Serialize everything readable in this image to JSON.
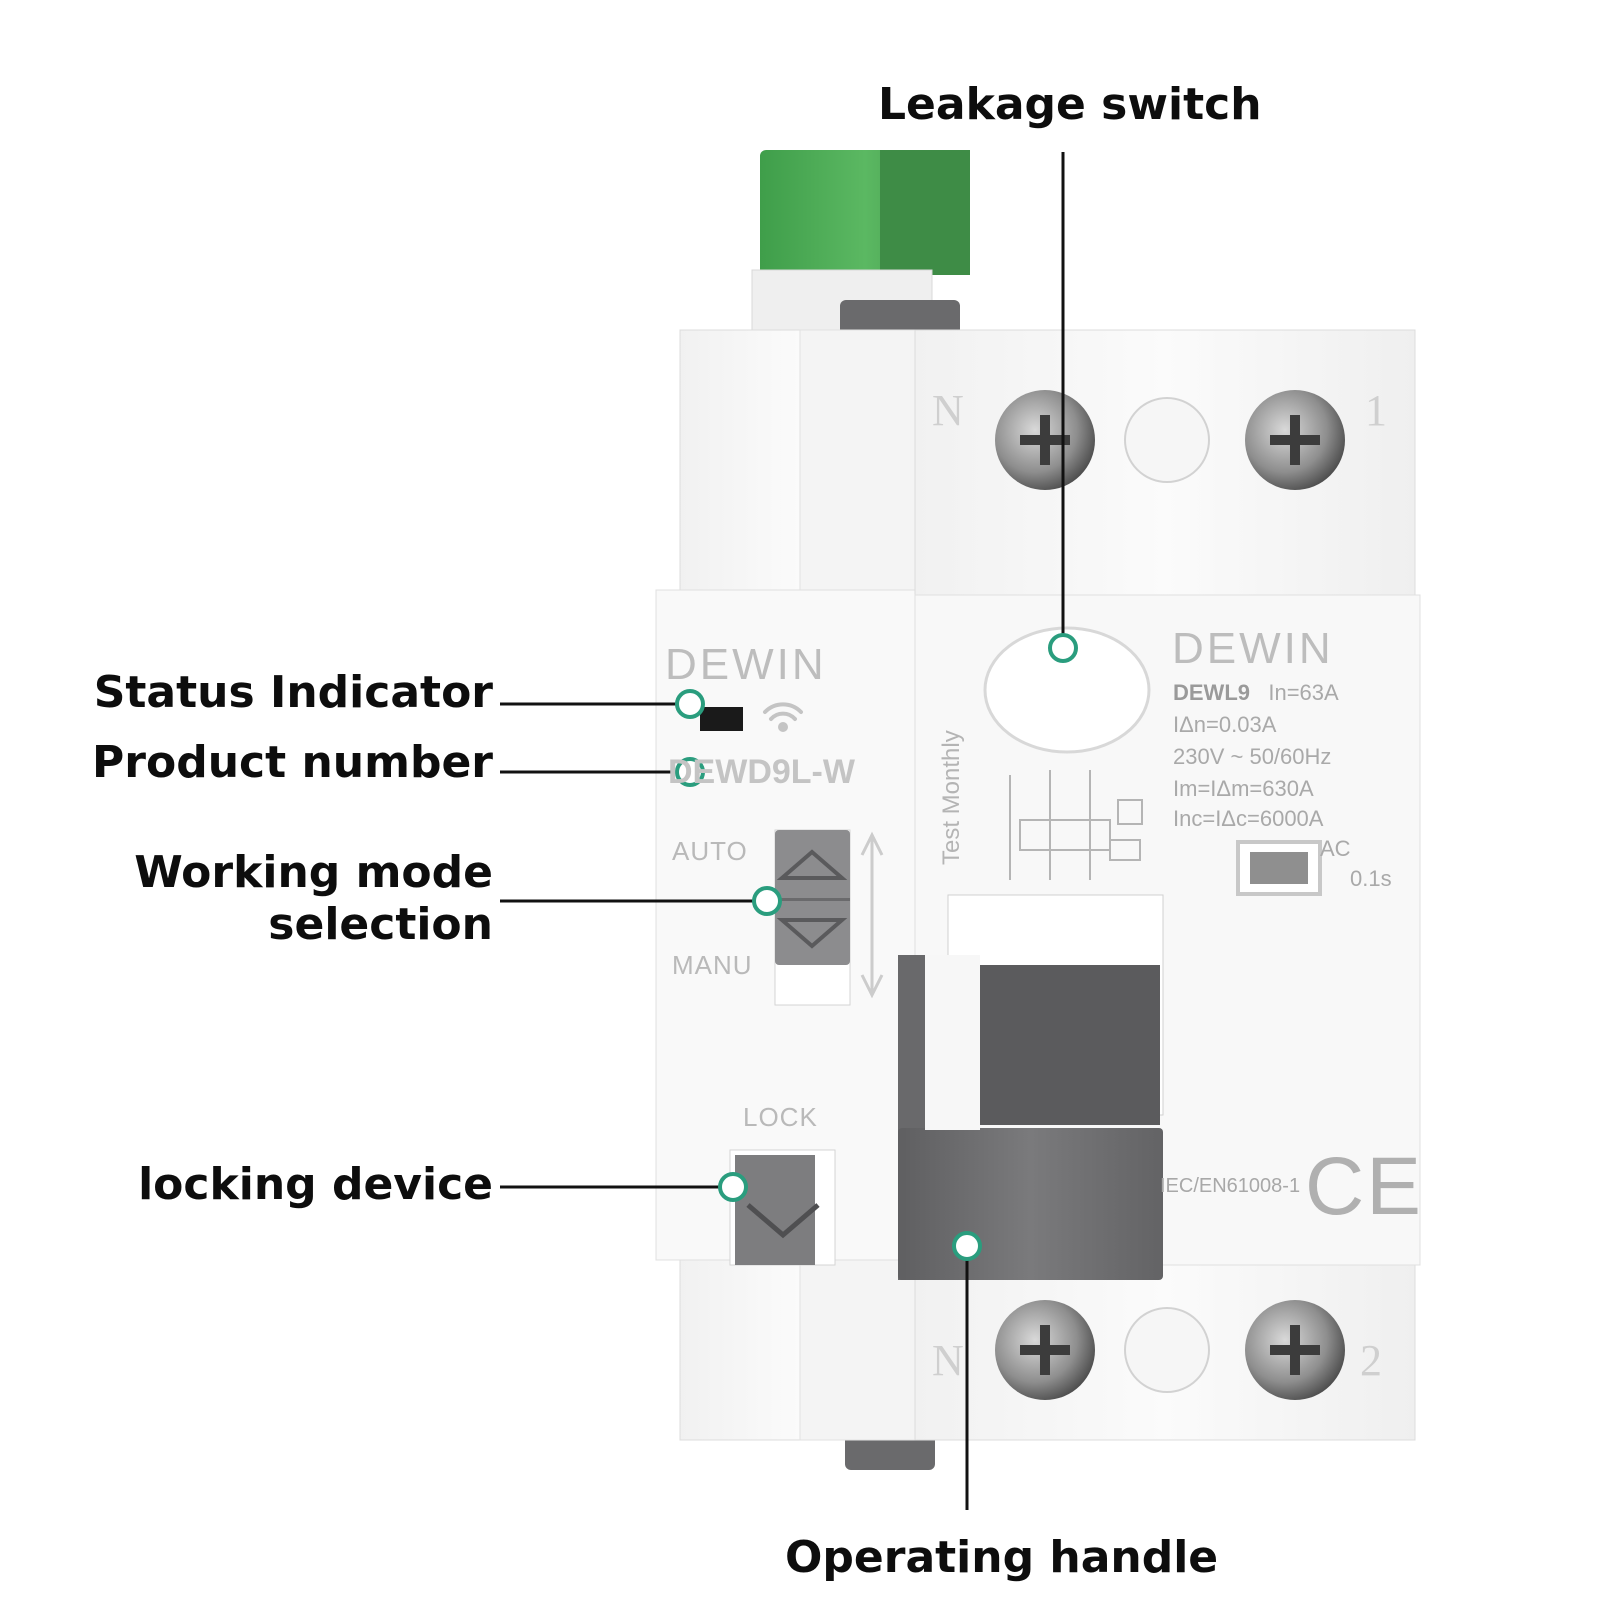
{
  "callouts": {
    "leakage_switch": "Leakage switch",
    "status_indicator": "Status Indicator",
    "product_number": "Product number",
    "working_mode_line1": "Working mode",
    "working_mode_line2": "selection",
    "locking_device": "locking device",
    "operating_handle": "Operating handle"
  },
  "device": {
    "brand_left": "DEWIN",
    "brand_right": "DEWIN",
    "model_left": "DEWD9L-W",
    "model_right": "DEWL9",
    "rated_current": "In=63A",
    "residual_current": "IΔn=0.03A",
    "voltage": "230V ~ 50/60Hz",
    "im": "Im=IΔm=630A",
    "inc": "Inc=IΔc=6000A",
    "ac_type": "AC",
    "trip_time": "0.1s",
    "test_label": "Test Monthly",
    "mode_auto": "AUTO",
    "mode_manu": "MANU",
    "lock_label": "LOCK",
    "standard": "IEC/EN61008-1",
    "ce_mark": "CE",
    "terminal_top_left": "N",
    "terminal_top_right": "1",
    "terminal_bottom_left": "N",
    "terminal_bottom_right": "2"
  },
  "colors": {
    "callout_dot": "#2a9d7e",
    "terminal_green": "#4caf50",
    "handle_grey": "#6e6e70",
    "body_white": "#f7f7f7"
  },
  "icons": [
    "wifi-icon",
    "screw-icon",
    "arrow-up-icon",
    "arrow-down-icon"
  ]
}
